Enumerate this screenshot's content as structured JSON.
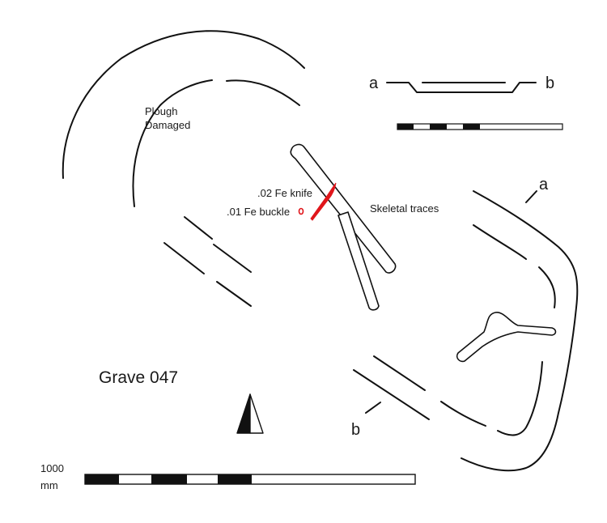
{
  "labels": {
    "plough": "Plough",
    "damaged": "Damaged",
    "knife": ".02 Fe knife",
    "buckle": ".01 Fe buckle",
    "skeletal": "Skeletal traces",
    "title": "Grave 047",
    "section_a": "a",
    "section_b": "b",
    "plan_a": "a",
    "plan_b": "b",
    "scale_value": "1000",
    "scale_unit": "mm"
  },
  "colors": {
    "ink": "#111111",
    "finds": "#e0161b"
  },
  "icons": {
    "north": "north-arrow-icon"
  }
}
